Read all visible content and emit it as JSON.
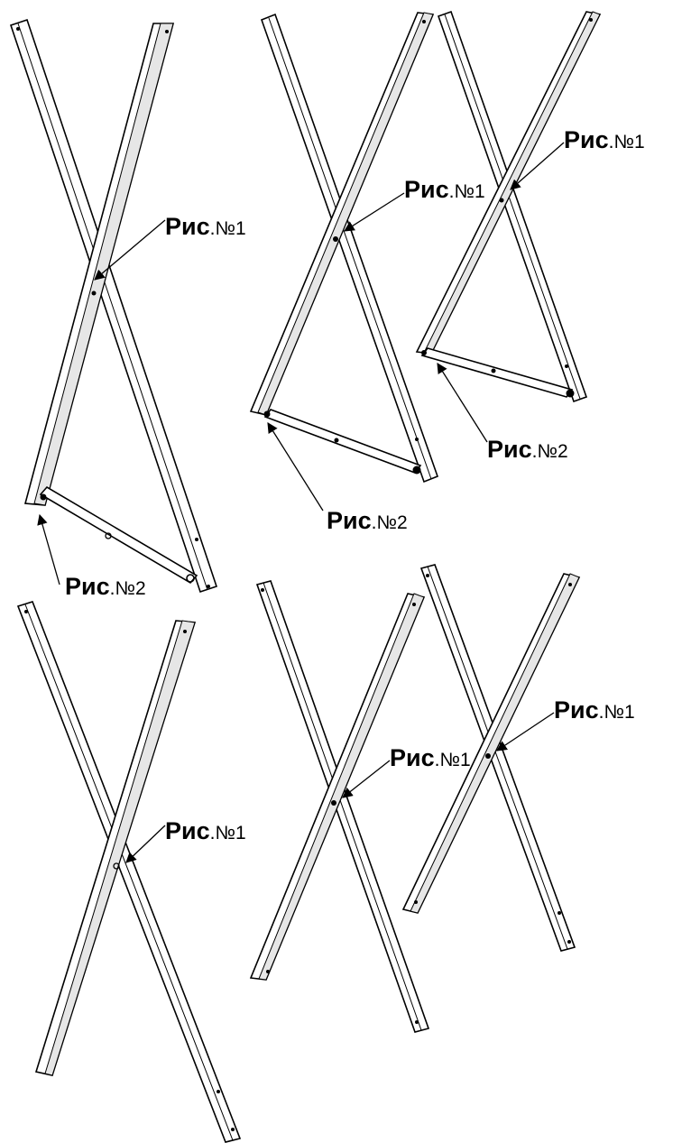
{
  "figures": [
    {
      "name": "assembled-frame-large",
      "labels": [
        {
          "prefix": "Рис",
          "suffix": ".№1"
        },
        {
          "prefix": "Рис",
          "suffix": ".№2"
        }
      ]
    },
    {
      "name": "assembled-frame-pair",
      "labels": [
        {
          "prefix": "Рис",
          "suffix": ".№1"
        },
        {
          "prefix": "Рис",
          "suffix": ".№2"
        },
        {
          "prefix": "Рис",
          "suffix": ".№1"
        },
        {
          "prefix": "Рис",
          "suffix": ".№2"
        }
      ]
    },
    {
      "name": "cross-legs-single",
      "labels": [
        {
          "prefix": "Рис",
          "suffix": ".№1"
        }
      ]
    },
    {
      "name": "cross-legs-pair",
      "labels": [
        {
          "prefix": "Рис",
          "suffix": ".№1"
        },
        {
          "prefix": "Рис",
          "suffix": ".№1"
        }
      ]
    }
  ],
  "colors": {
    "line": "#000000",
    "bar_face": "#ffffff",
    "bar_side": "#e8e8e8",
    "background": "#ffffff"
  }
}
